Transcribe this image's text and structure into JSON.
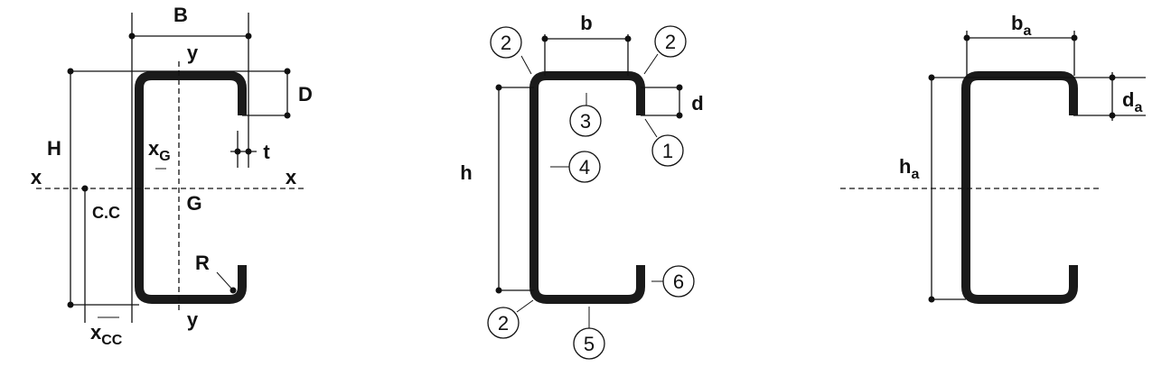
{
  "figure1": {
    "width_label": "B",
    "height_label": "H",
    "lip_label": "D",
    "thickness_label": "t",
    "axis_y_top": "y",
    "axis_y_bottom": "y",
    "axis_x_left": "x",
    "axis_x_right": "x",
    "xg_label": "x",
    "xg_sub": "G",
    "centroid_label": "G",
    "shear_center_label": "C.C",
    "radius_label": "R",
    "xcc_label": "x",
    "xcc_sub": "CC"
  },
  "figure2": {
    "b_label": "b",
    "h_label": "h",
    "d_label": "d",
    "parts": [
      "1",
      "2",
      "2",
      "2",
      "3",
      "4",
      "5",
      "6"
    ]
  },
  "figure3": {
    "ba_label": "b",
    "ba_sub": "a",
    "ha_label": "h",
    "ha_sub": "a",
    "da_label": "d",
    "da_sub": "a"
  }
}
